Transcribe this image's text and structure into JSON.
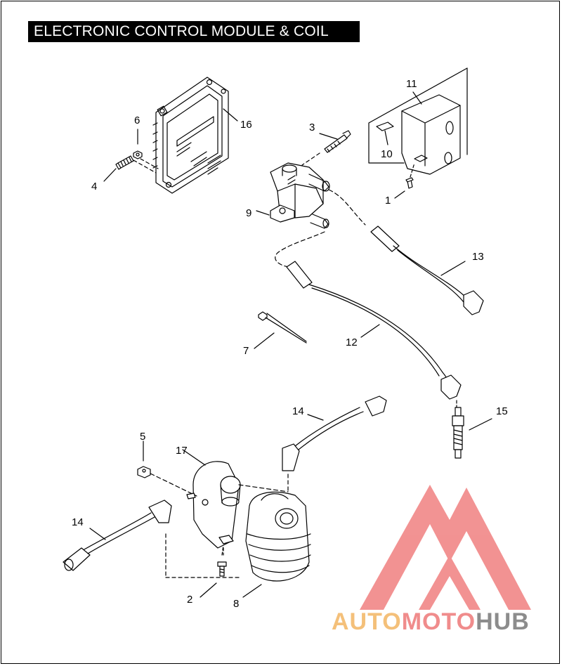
{
  "title": "ELECTRONIC CONTROL MODULE & COIL",
  "callouts": {
    "c1": "1",
    "c2": "2",
    "c3": "3",
    "c4": "4",
    "c5": "5",
    "c6": "6",
    "c7": "7",
    "c8": "8",
    "c9": "9",
    "c10": "10",
    "c11": "11",
    "c12": "12",
    "c13": "13",
    "c14a": "14",
    "c14b": "14",
    "c15": "15",
    "c16": "16",
    "c17": "17"
  },
  "watermark": {
    "auto": "AUTO",
    "moto": "MOTO",
    "hub": "HUB"
  },
  "colors": {
    "watermark_red": "#f08080",
    "watermark_yellow": "#f4c07a",
    "watermark_grey": "#8c8c8c",
    "line": "#000000"
  }
}
